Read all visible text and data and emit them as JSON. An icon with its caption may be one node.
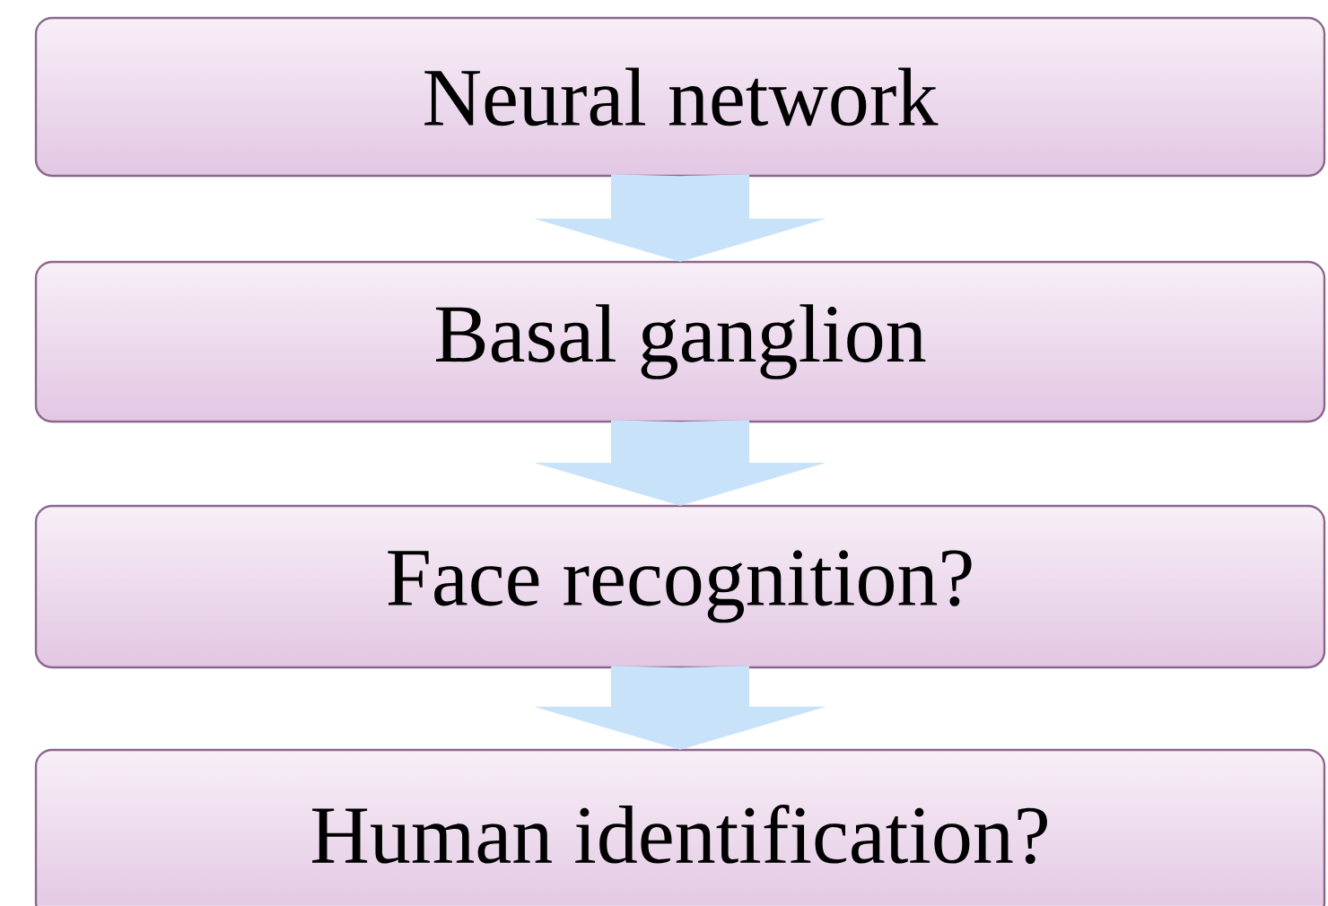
{
  "diagram": {
    "nodes": [
      {
        "text": [
          "Neural network"
        ]
      },
      {
        "text": [
          "Basal ganglion"
        ]
      },
      {
        "text": [
          "Face recognition?"
        ]
      },
      {
        "text": [
          "Human identification?"
        ]
      }
    ],
    "edges": [
      {
        "from": 0,
        "to": 1,
        "arrow": "to"
      },
      {
        "from": 1,
        "to": 2,
        "arrow": "to"
      },
      {
        "from": 2,
        "to": 3,
        "arrow": "to"
      }
    ]
  }
}
